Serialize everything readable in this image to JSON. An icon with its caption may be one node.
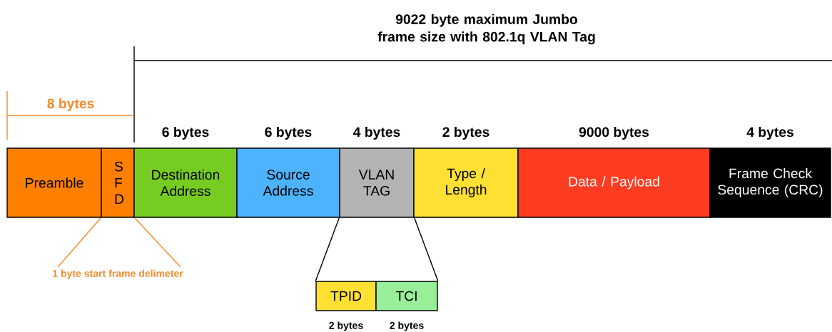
{
  "diagram": {
    "nodes": [
      {
        "text": [
          "Preamble"
        ]
      },
      {
        "text": [
          "S F D"
        ]
      },
      {
        "text": [
          "Destination Address"
        ],
        "beside": [
          "6 bytes"
        ]
      },
      {
        "text": [
          "Source Address"
        ],
        "beside": [
          "6 bytes"
        ]
      },
      {
        "text": [
          "VLAN TAG"
        ],
        "beside": [
          "4 bytes"
        ]
      },
      {
        "text": [
          "Type / Length"
        ],
        "beside": [
          "2 bytes"
        ]
      },
      {
        "text": [
          "Data / Payload"
        ],
        "beside": [
          "9000 bytes"
        ]
      },
      {
        "text": [
          "Frame Check Sequence (CRC)"
        ],
        "beside": [
          "4 bytes"
        ]
      },
      {
        "text": [
          "TPID"
        ],
        "beside": [
          "2 bytes"
        ]
      },
      {
        "text": [
          "TCI"
        ],
        "beside": [
          "2 bytes"
        ]
      },
      {
        "text": [
          "1 byte start frame delimeter"
        ]
      }
    ],
    "edges": [
      {
        "from": 10,
        "to": 1,
        "arrow": "none",
        "color": "#f58a2a"
      },
      {
        "from": 10,
        "to": 1,
        "arrow": "none",
        "color": "#f58a2a"
      },
      {
        "from": 4,
        "to": 8,
        "arrow": "none",
        "color": "#000000"
      },
      {
        "from": 4,
        "to": 9,
        "arrow": "none",
        "color": "#000000"
      }
    ],
    "labels": [
      "9022 byte maximum Jumbo frame size with 802.1q VLAN Tag",
      "8 bytes"
    ]
  }
}
